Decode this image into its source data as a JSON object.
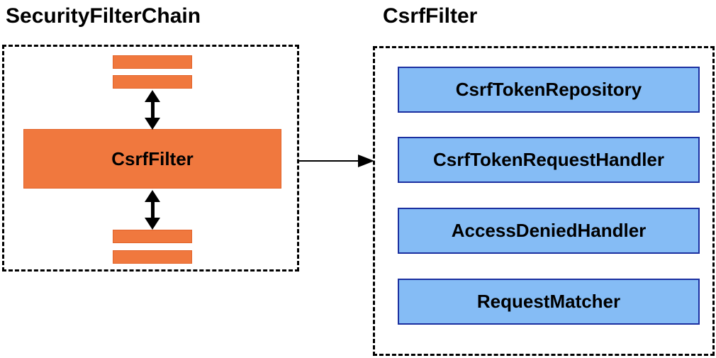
{
  "left_panel": {
    "title": "SecurityFilterChain",
    "filter_box_label": "CsrfFilter"
  },
  "right_panel": {
    "title": "CsrfFilter",
    "boxes": [
      {
        "label": "CsrfTokenRepository"
      },
      {
        "label": "CsrfTokenRequestHandler"
      },
      {
        "label": "AccessDeniedHandler"
      },
      {
        "label": "RequestMatcher"
      }
    ]
  },
  "colors": {
    "orange_fill": "#F0783E",
    "orange_border": "#E2632A",
    "blue_fill": "#85BCF5",
    "blue_border": "#1B2FA0",
    "shadow_dark": "#9A9A9A",
    "shadow_light": "#DFDFDF",
    "arrow": "#000000"
  }
}
